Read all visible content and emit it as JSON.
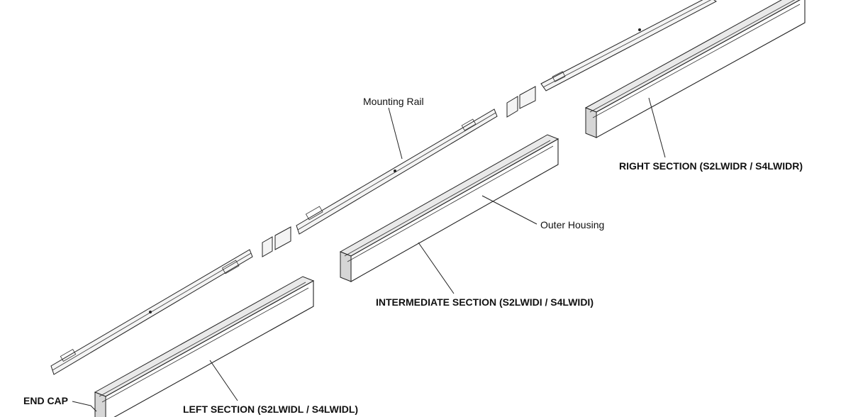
{
  "labels": {
    "mounting_rail": "Mounting Rail",
    "outer_housing": "Outer Housing",
    "right_section": "RIGHT SECTION (S2LWIDR / S4LWIDR)",
    "intermediate_section": "INTERMEDIATE SECTION (S2LWIDI / S4LWIDI)",
    "left_section": "LEFT SECTION (S2LWIDL / S4LWIDL)",
    "end_cap": "END CAP"
  },
  "colors": {
    "line": "#222222",
    "background": "#ffffff"
  }
}
